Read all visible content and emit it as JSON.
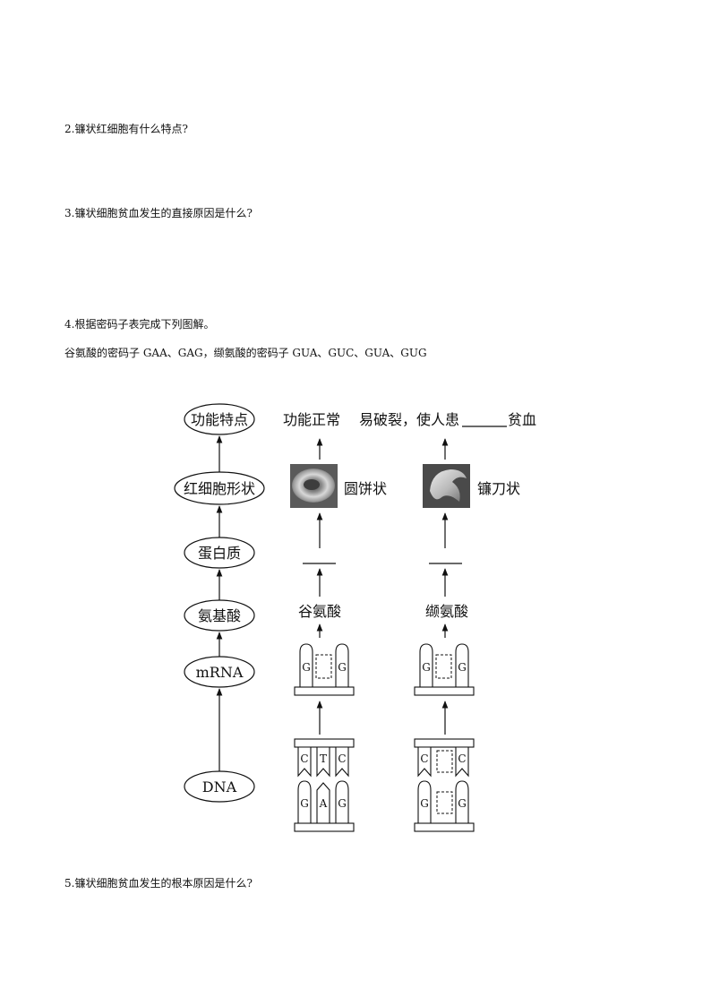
{
  "questions": {
    "q2": "2.镰状红细胞有什么特点?",
    "q3": "3.镰状细胞贫血发生的直接原因是什么?",
    "q4": "4.根据密码子表完成下列图解。",
    "q4_note": "谷氨酸的密码子 GAA、GAG，缬氨酸的密码子 GUA、GUC、GUA、GUG",
    "q5": "5.镰状细胞贫血发生的根本原因是什么?"
  },
  "diagram": {
    "levels": {
      "function": "功能特点",
      "cell_shape": "红细胞形状",
      "protein": "蛋白质",
      "amino_acid": "氨基酸",
      "mrna": "mRNA",
      "dna": "DNA"
    },
    "normal": {
      "function": "功能正常",
      "shape": "圆饼状",
      "amino_acid": "谷氨酸",
      "mrna_bases": [
        "G",
        "",
        "G"
      ],
      "dna_top_bases": [
        "C",
        "T",
        "C"
      ],
      "dna_bottom_bases": [
        "G",
        "A",
        "G"
      ]
    },
    "sickle": {
      "function_prefix": "易破裂，使人患",
      "function_suffix": "贫血",
      "shape": "镰刀状",
      "amino_acid": "缬氨酸",
      "mrna_bases": [
        "G",
        "",
        "G"
      ],
      "dna_top_bases": [
        "C",
        "",
        "C"
      ],
      "dna_bottom_bases": [
        "G",
        "",
        "G"
      ]
    }
  }
}
